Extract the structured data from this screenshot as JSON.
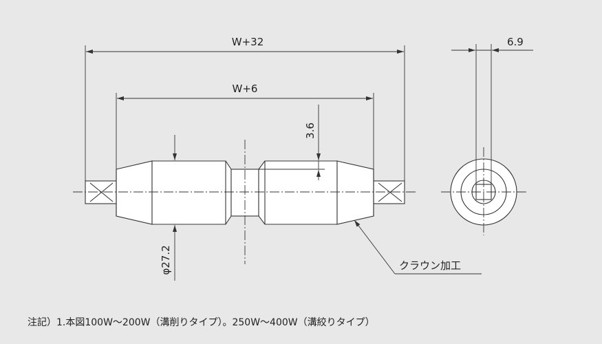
{
  "dimensions": {
    "overall_length": "W+32",
    "body_length": "W+6",
    "groove_depth": "3.6",
    "diameter": "φ27.2",
    "shaft_width": "6.9"
  },
  "callout": {
    "crown_label": "クラウン加工"
  },
  "note": "注記）1.本図100W～200W（溝削りタイプ）。250W～400W（溝絞りタイプ）"
}
